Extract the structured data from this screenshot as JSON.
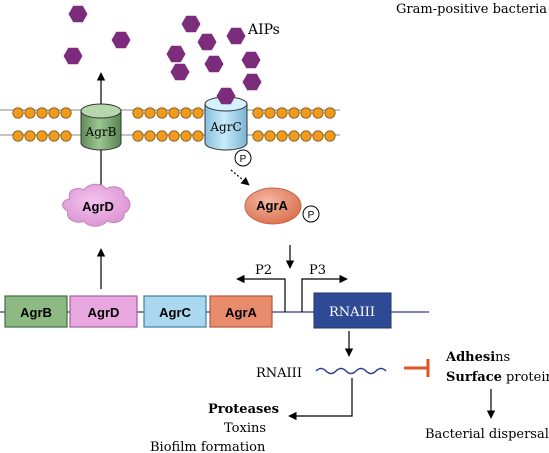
{
  "header": {
    "title": "Gram-positive bacteria"
  },
  "signal": {
    "aips_label": "AIPs"
  },
  "membrane": {
    "agrb_label": "AgrB",
    "agrc_label": "AgrC",
    "phospho_label": "P"
  },
  "cytoplasm": {
    "agrd_label": "AgrD",
    "agra_label": "AgrA",
    "phospho_label": "P"
  },
  "operon": {
    "genes": [
      "AgrB",
      "AgrD",
      "AgrC",
      "AgrA"
    ],
    "promoter_p2": "P2",
    "promoter_p3": "P3",
    "rnaiii_box": "RNAIII"
  },
  "transcript": {
    "label": "RNAIII"
  },
  "outputs": {
    "down_bold": "Proteases",
    "down_items": [
      "Toxins",
      "Biofilm formation"
    ],
    "adhesins_bold": "Adhesi",
    "adhesins_rest": "ns",
    "surface_bold": "Surface",
    "surface_rest": " protein",
    "dispersal": "Bacterial dispersal"
  },
  "colors": {
    "aip": "#7b2d7b",
    "lipid_head": "#f29a1c",
    "agrb": "#8db982",
    "agrc": "#a9d8ef",
    "agrd": "#e9a7df",
    "agra": "#e88c6c",
    "rnaiii_box": "#2f4a94",
    "inhibit": "#e0542a"
  }
}
